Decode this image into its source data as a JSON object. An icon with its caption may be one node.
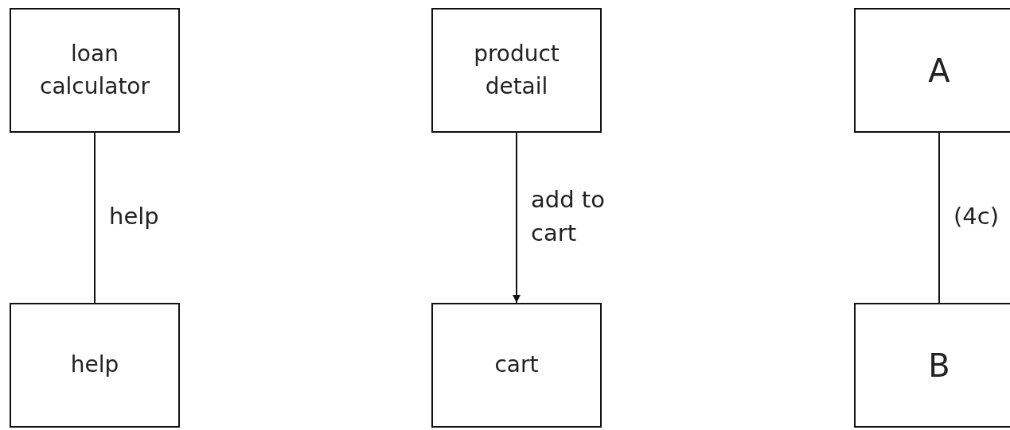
{
  "diagram": {
    "nodes": [
      {
        "text": [
          "loan calculator"
        ]
      },
      {
        "text": [
          "help"
        ]
      },
      {
        "text": [
          "product detail"
        ]
      },
      {
        "text": [
          "cart"
        ]
      },
      {
        "text": [
          "A"
        ]
      },
      {
        "text": [
          "B"
        ]
      }
    ],
    "edges": [
      {
        "from": 0,
        "to": 1,
        "arrow": "none",
        "label": "help"
      },
      {
        "from": 2,
        "to": 3,
        "arrow": "to",
        "label": "add to cart"
      },
      {
        "from": 4,
        "to": 5,
        "arrow": "none",
        "label": "(4c)"
      }
    ]
  }
}
